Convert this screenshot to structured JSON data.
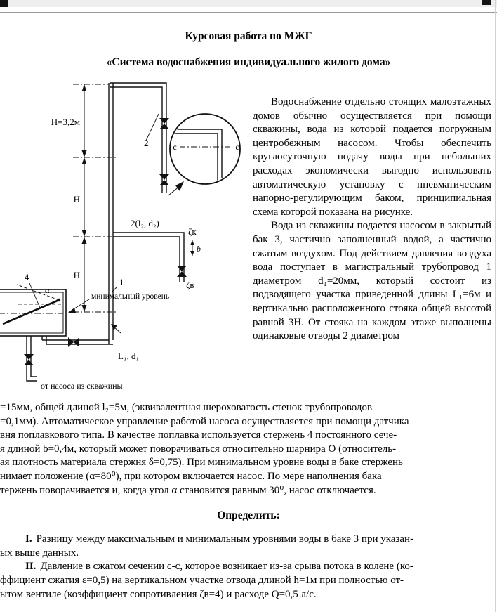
{
  "page": {
    "title": "Курсовая работа по МЖГ",
    "subtitle": "«Система водоснабжения индивидуального жилого дома»"
  },
  "intro": {
    "para1": "Водоснабжение отдельно стоящих малоэтажных домов обычно осуществляется при помощи скважины, вода из которой подается погружным центробежным насосом. Чтобы обеспечить круглосуточную подачу воды при небольших расходах экономически выгодно использовать автоматическую установку с пневматическим напорно-регулирующим баком, принципиальная схема которой показана на рисунке.",
    "para2": "Вода из скважины подается насосом в закрытый бак 3, частично заполненный водой, а частично сжатым воздухом. Под действием давления воздуха вода поступает в магистральный трубопровод 1 диаметром d₁=20мм, который состоит из подводящего участка приведенной длины L₁=6м и вертикально расположенного стояка общей высотой равной 3Н. От стояка на каждом этаже выполнены одинаковые отводы 2 диаметром"
  },
  "body_lines": [
    "=15мм, общей длиной l₂=5м, (эквивалентная шероховатость стенок трубопроводов",
    "=0,1мм). Автоматическое управление работой насоса осуществляется при помощи датчика",
    "вня поплавкового типа. В качестве поплавка используется стержень 4 постоянного сече-",
    "я длиной b=0,4м, который может поворачиваться относительно шарнира О (относитель-",
    "ая плотность материала стержня δ=0,75). При минимальном уровне воды в баке стержень",
    "нимает положение (α=80⁰), при котором включается насос. По мере наполнения бака",
    "тержень поворачивается и, когда угол α становится равным 30⁰, насос отключается."
  ],
  "tasks": {
    "heading": "Определить:",
    "item1": {
      "num": "I.",
      "line1": "Разницу между максимальным и минимальным уровнями воды в баке 3 при указан-",
      "line2": "ых выше данных."
    },
    "item2": {
      "num": "II.",
      "line1": "Давление в сжатом сечении с-с, которое возникает из-за срыва потока в колене (ко-",
      "line2": "ффициент сжатия ε=0,5) на вертикальном участке отвода длиной h=1м при полностью от-",
      "line3": "ытом вентиле (коэффициент сопротивления ζв=4) и расходе Q=0,5 л/с."
    }
  },
  "diagram": {
    "labels": {
      "height_total": "Н=3,2м",
      "floor_height_1": "Н",
      "floor_height_2": "Н",
      "branch_number": "2",
      "branch_spec": "2(l₂, d₂)",
      "zeta_k": "ζк",
      "b_dim": "b",
      "zeta_v": "ζв",
      "rod_number": "4",
      "alpha": "α",
      "pipe_number": "1",
      "min_level": "минимальный уровень",
      "l1_d1": "L₁, d₁",
      "from_pump": "от насоса из скважины",
      "section_c_left": "с",
      "section_c_right": "с"
    }
  }
}
